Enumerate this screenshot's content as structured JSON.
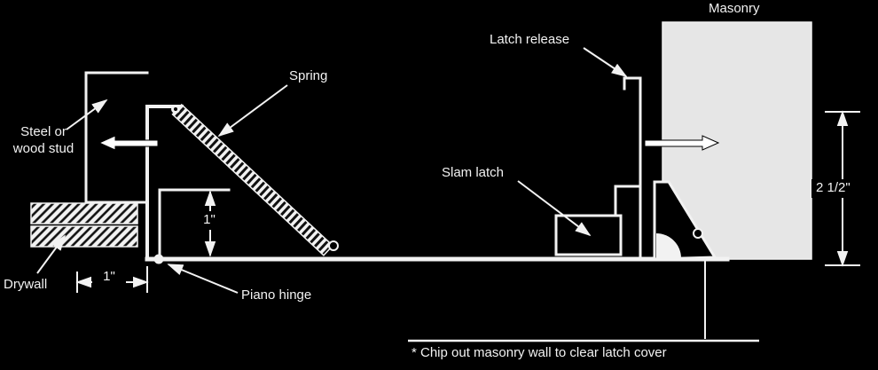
{
  "diagram": {
    "labels": {
      "masonry": "Masonry",
      "latch_release": "Latch release",
      "spring": "Spring",
      "stud": "Steel or\nwood stud",
      "slam_latch": "Slam latch",
      "drywall": "Drywall",
      "piano_hinge": "Piano hinge",
      "note": "* Chip out masonry wall to clear latch cover"
    },
    "dimensions": {
      "frame_depth": "1\"",
      "drywall_offset": "1\"",
      "latch_clearance": "2 1/2\""
    },
    "colors": {
      "background": "#000000",
      "line": "#f2f2f2",
      "masonry_fill": "#e6e6e6",
      "hatch_dark": "#111111",
      "text": "#f2f2f2"
    }
  }
}
